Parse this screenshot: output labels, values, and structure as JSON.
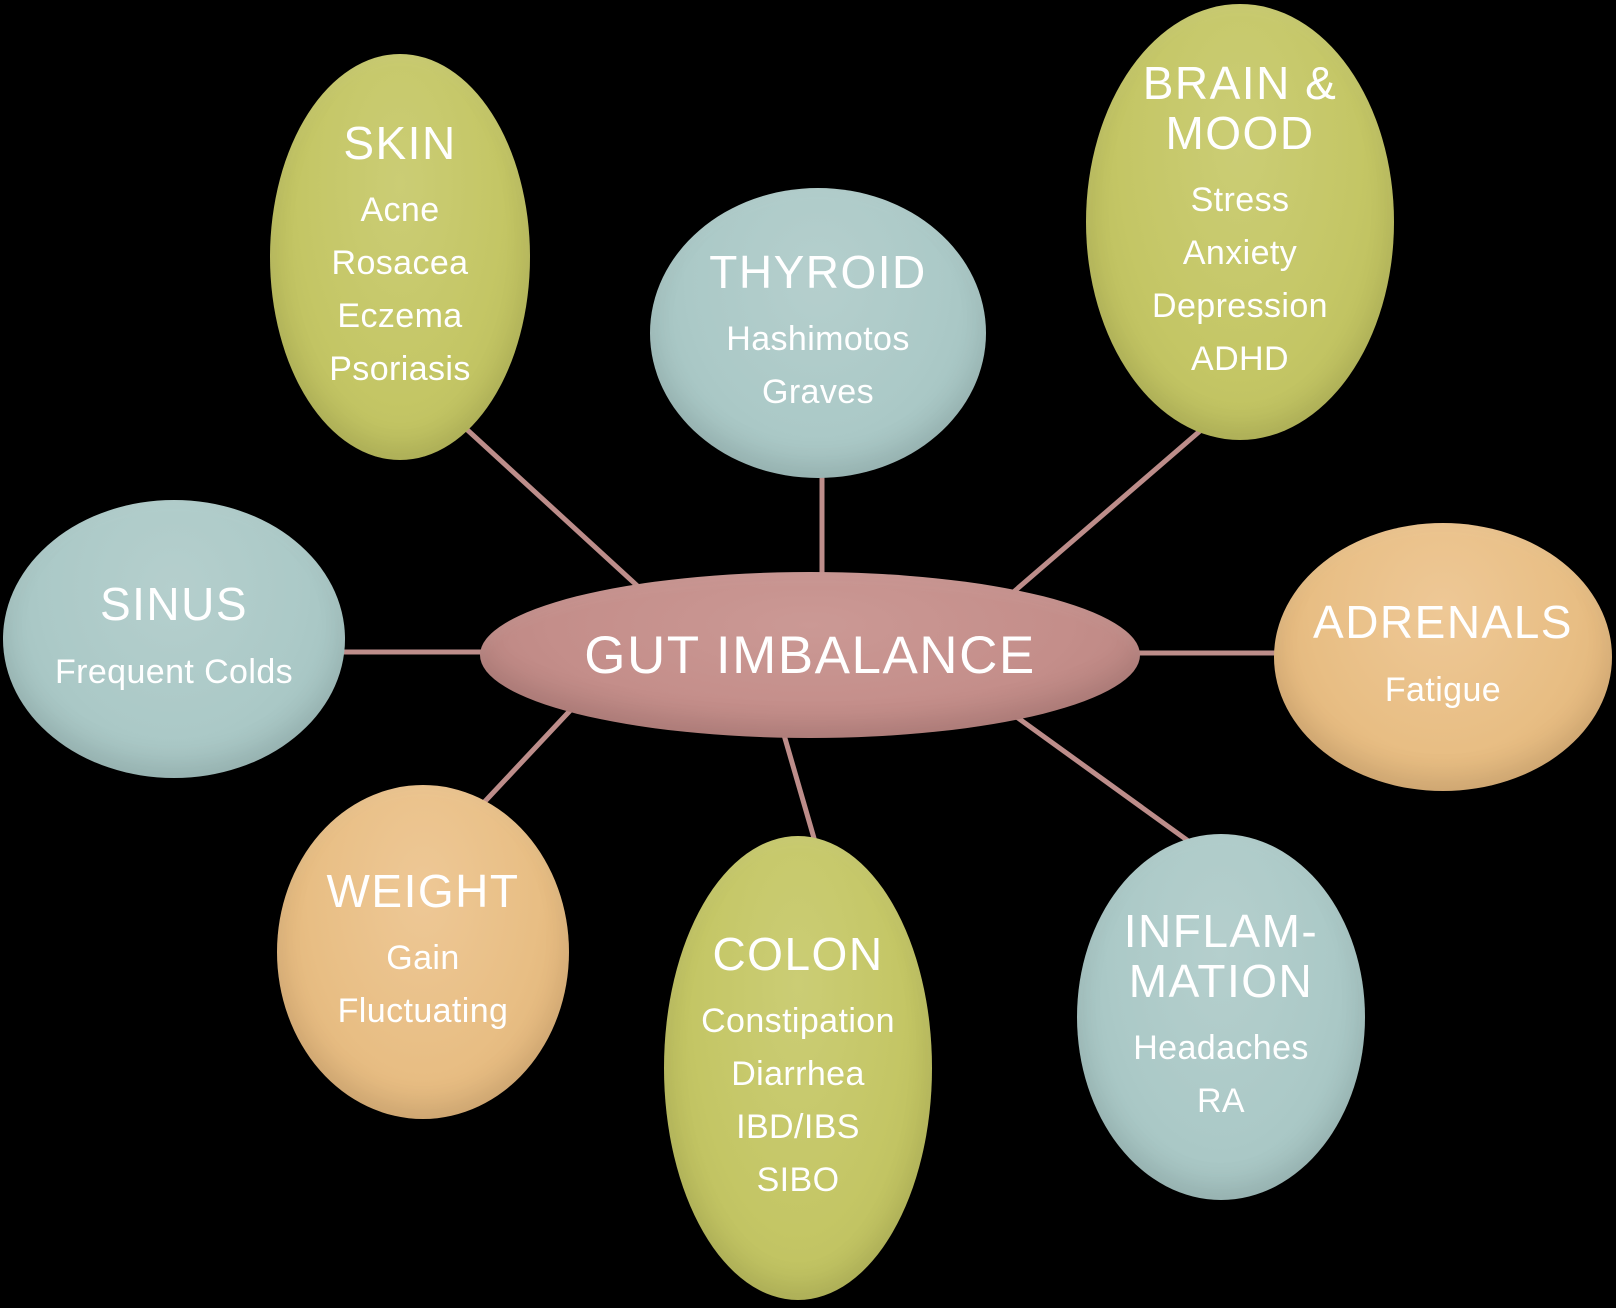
{
  "title": "GUT IMBALANCE",
  "colors": {
    "green": "#c4c665",
    "blue": "#abc9c7",
    "tan": "#e8be84",
    "rose": "#c48e8a",
    "connector": "#bd8d8a",
    "text": "#ffffff",
    "background": "#000000"
  },
  "center": {
    "label": "GUT IMBALANCE"
  },
  "nodes": [
    {
      "id": "skin",
      "title": "SKIN",
      "color": "green",
      "items": [
        "Acne",
        "Rosacea",
        "Eczema",
        "Psoriasis"
      ]
    },
    {
      "id": "thyroid",
      "title": "THYROID",
      "color": "blue",
      "items": [
        "Hashimotos",
        "Graves"
      ]
    },
    {
      "id": "brain-mood",
      "title": "BRAIN & MOOD",
      "color": "green",
      "title_lines": [
        "BRAIN &",
        "MOOD"
      ],
      "items": [
        "Stress",
        "Anxiety",
        "Depression",
        "ADHD"
      ]
    },
    {
      "id": "sinus",
      "title": "SINUS",
      "color": "blue",
      "items": [
        "Frequent Colds"
      ]
    },
    {
      "id": "adrenals",
      "title": "ADRENALS",
      "color": "tan",
      "items": [
        "Fatigue"
      ]
    },
    {
      "id": "weight",
      "title": "WEIGHT",
      "color": "tan",
      "items": [
        "Gain",
        "Fluctuating"
      ]
    },
    {
      "id": "colon",
      "title": "COLON",
      "color": "green",
      "items": [
        "Constipation",
        "Diarrhea",
        "IBD/IBS",
        "SIBO"
      ]
    },
    {
      "id": "inflammation",
      "title": "INFLAMMATION",
      "color": "blue",
      "title_lines": [
        "INFLAM-",
        "MATION"
      ],
      "items": [
        "Headaches",
        "RA"
      ]
    }
  ]
}
